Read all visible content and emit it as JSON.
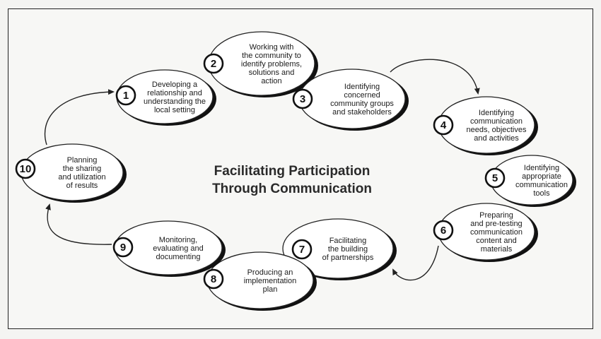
{
  "diagram": {
    "title_lines": [
      "Facilitating Participation",
      "Through Communication"
    ],
    "steps": [
      {
        "number": "1",
        "lines": [
          "Developing a",
          "relationship and",
          "understanding the",
          "local setting"
        ]
      },
      {
        "number": "2",
        "lines": [
          "Working with",
          "the community to",
          "identify problems,",
          "solutions and",
          "action"
        ]
      },
      {
        "number": "3",
        "lines": [
          "Identifying",
          "concerned",
          "community groups",
          "and stakeholders"
        ]
      },
      {
        "number": "4",
        "lines": [
          "Identifying",
          "communication",
          "needs, objectives",
          "and activities"
        ]
      },
      {
        "number": "5",
        "lines": [
          "Identifying",
          "appropriate",
          "communication",
          "tools"
        ]
      },
      {
        "number": "6",
        "lines": [
          "Preparing",
          "and pre-testing",
          "communication",
          "content and",
          "materials"
        ]
      },
      {
        "number": "7",
        "lines": [
          "Facilitating",
          "the building",
          "of partnerships"
        ]
      },
      {
        "number": "8",
        "lines": [
          "Producing an",
          "implementation",
          "plan"
        ]
      },
      {
        "number": "9",
        "lines": [
          "Monitoring,",
          "evaluating and",
          "documenting"
        ]
      },
      {
        "number": "10",
        "lines": [
          "Planning",
          "the sharing",
          "and utilization",
          "of results"
        ]
      }
    ]
  }
}
